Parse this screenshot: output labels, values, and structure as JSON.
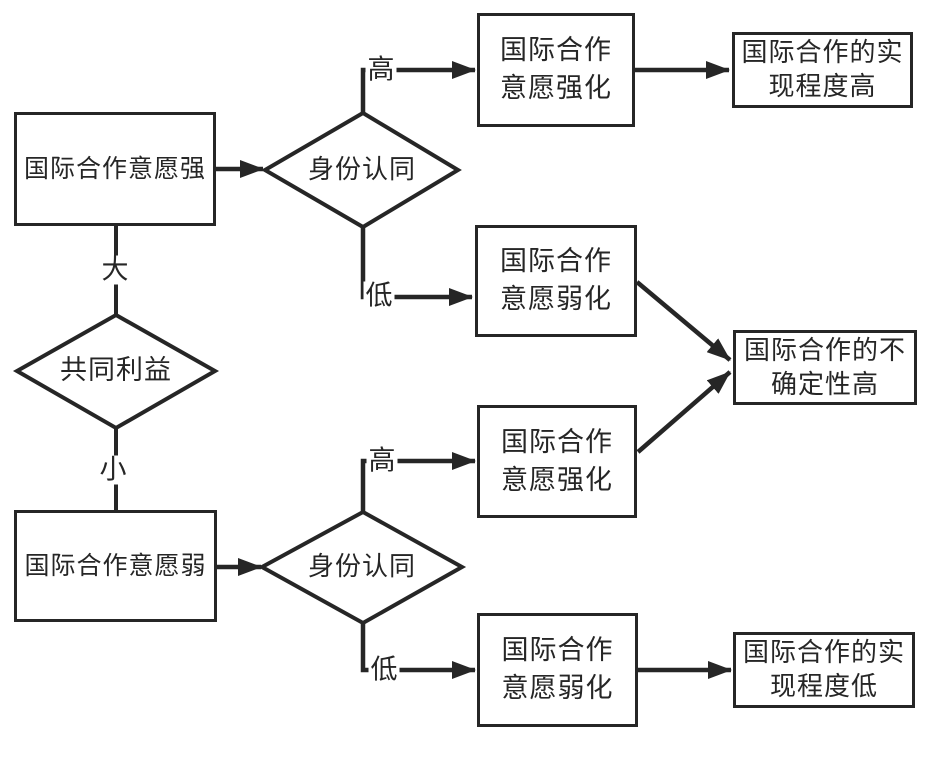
{
  "diagram": {
    "colors": {
      "line": "#262626",
      "text": "#262626",
      "bg": "#ffffff"
    },
    "nodes": {
      "strong_will": {
        "label": "国际合作意愿强",
        "shape": "rect"
      },
      "weak_will": {
        "label": "国际合作意愿弱",
        "shape": "rect"
      },
      "common_interest": {
        "label": "共同利益",
        "shape": "diamond"
      },
      "identity_top": {
        "label": "身份认同",
        "shape": "diamond"
      },
      "identity_bottom": {
        "label": "身份认同",
        "shape": "diamond"
      },
      "strengthen_top": {
        "label": "国际合作\n意愿强化",
        "shape": "rect"
      },
      "weaken_mid": {
        "label": "国际合作\n意愿弱化",
        "shape": "rect"
      },
      "strengthen_mid": {
        "label": "国际合作\n意愿强化",
        "shape": "rect"
      },
      "weaken_bottom": {
        "label": "国际合作\n意愿弱化",
        "shape": "rect"
      },
      "outcome_high": {
        "label": "国际合作的实\n现程度高",
        "shape": "rect"
      },
      "outcome_uncertain": {
        "label": "国际合作的不\n确定性高",
        "shape": "rect"
      },
      "outcome_low": {
        "label": "国际合作的实\n现程度低",
        "shape": "rect"
      }
    },
    "edge_labels": {
      "big": "大",
      "small": "小",
      "high_top": "高",
      "low_top": "低",
      "high_mid": "高",
      "low_bottom": "低"
    }
  }
}
